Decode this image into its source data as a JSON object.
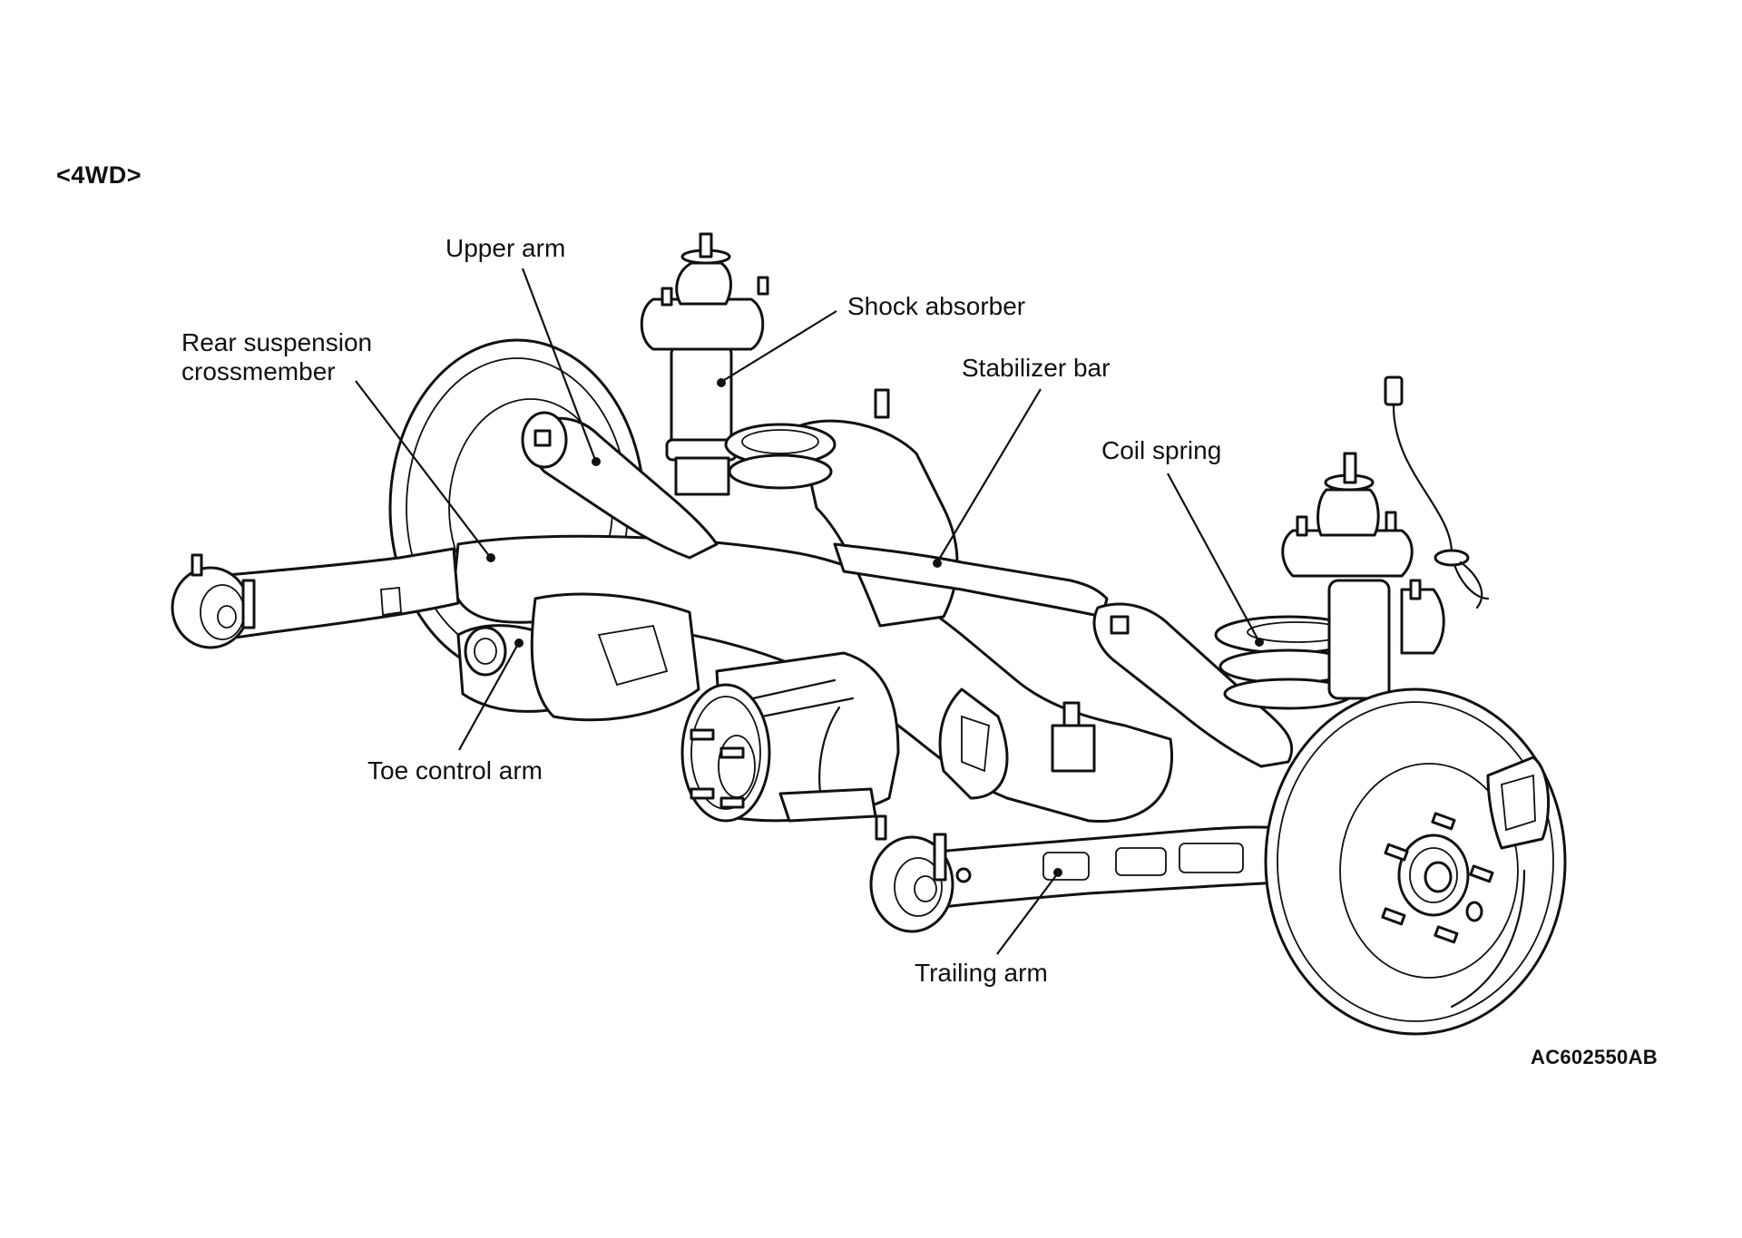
{
  "diagram": {
    "variant_label": "<4WD>",
    "figure_id": "AC602550AB",
    "subject": "Rear suspension assembly",
    "line_color": "#111111",
    "background_color": "#ffffff",
    "labels": {
      "upper_arm": "Upper arm",
      "shock_absorber": "Shock absorber",
      "rear_suspension_crossmember": "Rear suspension\ncrossmember",
      "stabilizer_bar": "Stabilizer bar",
      "coil_spring": "Coil spring",
      "toe_control_arm": "Toe control arm",
      "trailing_arm": "Trailing arm"
    }
  }
}
